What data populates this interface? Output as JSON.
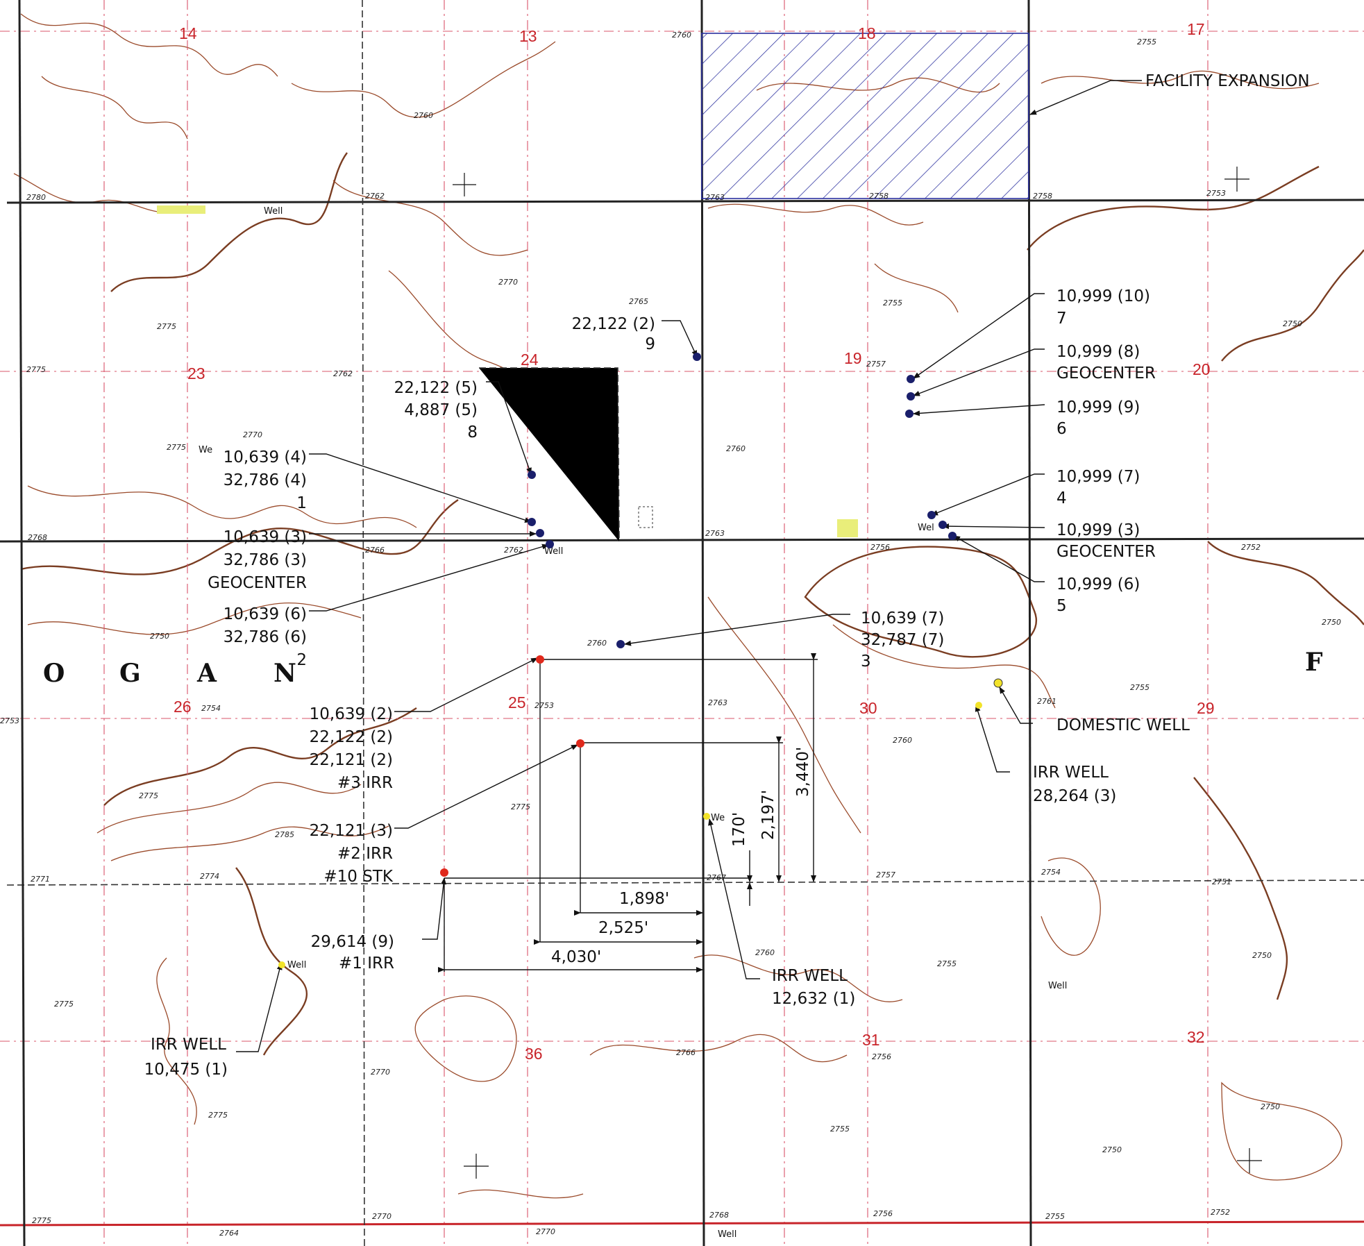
{
  "colors": {
    "section_number": "#c8242a",
    "contour": "#9a4a2a",
    "well_blue": "#1a1f6b",
    "well_red": "#e0291c",
    "well_yellow": "#f2e32a",
    "expansion_hatch": "#2a2f9e"
  },
  "sections": [
    {
      "id": "14",
      "label": "14"
    },
    {
      "id": "13",
      "label": "13"
    },
    {
      "id": "18",
      "label": "18"
    },
    {
      "id": "17",
      "label": "17"
    },
    {
      "id": "23",
      "label": "23"
    },
    {
      "id": "24",
      "label": "24"
    },
    {
      "id": "19",
      "label": "19"
    },
    {
      "id": "20",
      "label": "20"
    },
    {
      "id": "26",
      "label": "26"
    },
    {
      "id": "25",
      "label": "25"
    },
    {
      "id": "30",
      "label": "30"
    },
    {
      "id": "29",
      "label": "29"
    },
    {
      "id": "36",
      "label": "36"
    },
    {
      "id": "31",
      "label": "31"
    },
    {
      "id": "32",
      "label": "32"
    }
  ],
  "elevations": [
    "2760",
    "2755",
    "2780",
    "2762",
    "2763",
    "2758",
    "2758",
    "2753",
    "2775",
    "2762",
    "2757",
    "2768",
    "2766",
    "2762",
    "2763",
    "2756",
    "2752",
    "2754",
    "2753",
    "2763",
    "2761",
    "2771",
    "2774",
    "2767",
    "2757",
    "2754",
    "2751",
    "2770",
    "2766",
    "2756",
    "2775",
    "2770",
    "2768",
    "2756",
    "2755",
    "2752",
    "2764",
    "2770",
    "2770",
    "2760",
    "2770",
    "2765",
    "2775",
    "2760",
    "2755",
    "2750",
    "2760",
    "2750",
    "2775",
    "2785",
    "2775",
    "2760",
    "2750",
    "2755",
    "2760",
    "2755",
    "2775",
    "2775",
    "2755",
    "2750",
    "2750",
    "2750",
    "2775",
    "2753"
  ],
  "place_letters": [
    "O",
    "G",
    "A",
    "N",
    "F"
  ],
  "map_words": {
    "well": "Well",
    "we": "We",
    "wel": "Wel",
    "we_short": "We"
  },
  "annotations": {
    "facility_expansion": "FACILITY EXPANSION",
    "b22122_2": [
      "22,122 (2)",
      "9"
    ],
    "b22122_5": [
      "22,122 (5)",
      "4,887 (5)",
      "8"
    ],
    "b10639_4": [
      "10,639 (4)",
      "32,786 (4)",
      "1"
    ],
    "b10639_3": [
      "10,639 (3)",
      "32,786 (3)",
      "GEOCENTER"
    ],
    "b10639_6": [
      "10,639 (6)",
      "32,786 (6)",
      "2"
    ],
    "b10639_2": [
      "10,639 (2)",
      "22,122 (2)",
      "22,121 (2)",
      "#3 IRR"
    ],
    "b22121_3": [
      "22,121 (3)",
      "#2 IRR",
      "#10 STK"
    ],
    "b29614_9": [
      "29,614 (9)",
      "#1 IRR"
    ],
    "b_irr_10475": [
      "IRR WELL",
      "10,475 (1)"
    ],
    "b10999_10": [
      "10,999 (10)",
      "7"
    ],
    "b10999_8": [
      "10,999 (8)",
      "GEOCENTER"
    ],
    "b10999_9": [
      "10,999 (9)",
      "6"
    ],
    "b10999_7": [
      "10,999 (7)",
      "4"
    ],
    "b10999_3": [
      "10,999 (3)",
      "GEOCENTER"
    ],
    "b10999_6": [
      "10,999 (6)",
      "5"
    ],
    "b10639_7": [
      "10,639 (7)",
      "32,787 (7)",
      "3"
    ],
    "domestic_well": "DOMESTIC WELL",
    "b_irr_28264": [
      "IRR WELL",
      "28,264 (3)"
    ],
    "b_irr_12632": [
      "IRR WELL",
      "12,632 (1)"
    ]
  },
  "dimensions": {
    "d1898": "1,898'",
    "d2525": "2,525'",
    "d4030": "4,030'",
    "d3440": "3,440'",
    "d2197": "2,197'",
    "d170": "170'"
  }
}
